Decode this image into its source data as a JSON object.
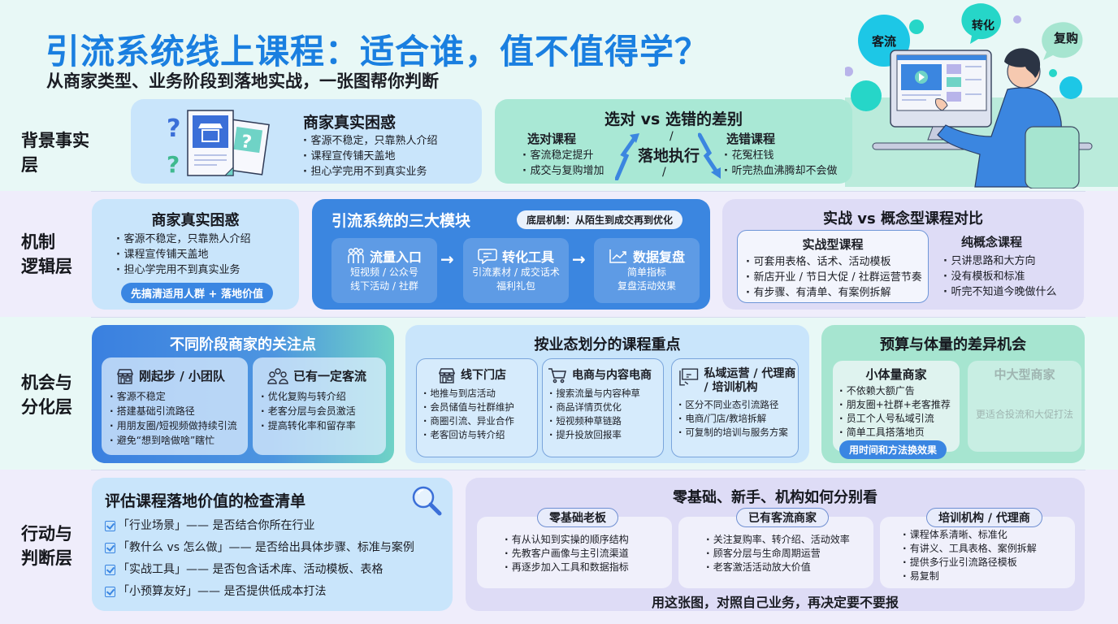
{
  "header": {
    "title": "引流系统线上课程：适合谁，值不值得学？",
    "subtitle": "从商家类型、业务阶段到落地实战，一张图帮你判断"
  },
  "hero": {
    "bubbles": [
      "客流",
      "转化",
      "复购"
    ],
    "icon": "person-at-computer-illustration"
  },
  "layers": [
    {
      "label_lines": [
        "背景事实层"
      ]
    },
    {
      "label_lines": [
        "机制",
        "逻辑层"
      ]
    },
    {
      "label_lines": [
        "机会与",
        "分化层"
      ]
    },
    {
      "label_lines": [
        "行动与",
        "判断层"
      ]
    }
  ],
  "background": {
    "confusion": {
      "title": "商家真实困惑",
      "icon": "document-question-icon",
      "items": [
        "客源不稳定，只靠熟人介绍",
        "课程宣传铺天盖地",
        "担心学完用不到真实业务"
      ]
    },
    "difference": {
      "title": "选对 vs 选错的差别",
      "right_choice": {
        "title": "选对课程",
        "items": [
          "客流稳定提升",
          "成交与复购增加"
        ]
      },
      "center": "落地执行",
      "separators": [
        "/",
        "/"
      ],
      "wrong_choice": {
        "title": "选错课程",
        "items": [
          "花冤枉钱",
          "听完热血沸腾却不会做"
        ]
      }
    }
  },
  "mechanism": {
    "confusion": {
      "title": "商家真实困惑",
      "items": [
        "客源不稳定，只靠熟人介绍",
        "课程宣传铺天盖地",
        "担心学完用不到真实业务"
      ],
      "pill": "先搞清适用人群 + 落地价值"
    },
    "modules": {
      "title": "引流系统的三大模块",
      "tag": "底层机制：从陌生到成交再到优化",
      "arrow": "→",
      "items": [
        {
          "name": "流量入口",
          "icon": "people-icon",
          "lines": [
            "短视频 / 公众号",
            "线下活动 / 社群"
          ]
        },
        {
          "name": "转化工具",
          "icon": "chat-bubble-icon",
          "lines": [
            "引流素材 / 成交话术",
            "福利礼包"
          ]
        },
        {
          "name": "数据复盘",
          "icon": "trend-chart-icon",
          "lines": [
            "简单指标",
            "复盘活动效果"
          ]
        }
      ]
    },
    "compare": {
      "title": "实战 vs 概念型课程对比",
      "practical": {
        "title": "实战型课程",
        "items": [
          "可套用表格、话术、活动模板",
          "新店开业 / 节日大促 / 社群运营节奏",
          "有步骤、有清单、有案例拆解"
        ]
      },
      "concept": {
        "title": "纯概念课程",
        "items": [
          "只讲思路和大方向",
          "没有模板和标准",
          "听完不知道今晚做什么"
        ]
      }
    }
  },
  "opportunity": {
    "stages": {
      "title": "不同阶段商家的关注点",
      "items": [
        {
          "name": "刚起步 / 小团队",
          "icon": "storefront-icon",
          "items": [
            "客源不稳定",
            "搭建基础引流路径",
            "用朋友圈/短视频做持续引流",
            "避免“想到啥做啥”瞎忙"
          ]
        },
        {
          "name": "已有一定客流",
          "icon": "group-icon",
          "items": [
            "优化复购与转介绍",
            "老客分层与会员激活",
            "提高转化率和留存率"
          ]
        }
      ]
    },
    "business": {
      "title": "按业态划分的课程重点",
      "items": [
        {
          "name": "线下门店",
          "icon": "storefront-icon",
          "items": [
            "地推与到店活动",
            "会员储值与社群维护",
            "商圈引流、异业合作",
            "老客回访与转介绍"
          ]
        },
        {
          "name": "电商与内容电商",
          "icon": "shopping-cart-icon",
          "items": [
            "搜索流量与内容种草",
            "商品详情页优化",
            "短视频种草链路",
            "提升投放回报率"
          ]
        },
        {
          "name": "私域运营 / 代理商 / 培训机构",
          "icon": "presentation-board-icon",
          "items": [
            "区分不同业态引流路径",
            "电商/门店/教培拆解",
            "可复制的培训与服务方案"
          ]
        }
      ]
    },
    "budget": {
      "title": "预算与体量的差异机会",
      "small": {
        "title": "小体量商家",
        "items": [
          "不依赖大额广告",
          "朋友圈+社群+老客推荐",
          "员工个人号私域引流",
          "简单工具搭落地页"
        ],
        "pill": "用时间和方法换效果"
      },
      "large": {
        "title": "中大型商家",
        "desc": "更适合投流和大促打法"
      }
    }
  },
  "action": {
    "checklist": {
      "title": "评估课程落地价值的检查清单",
      "icon": "magnifier-icon",
      "items": [
        "「行业场景」—— 是否结合你所在行业",
        "「教什么 vs 怎么做」—— 是否给出具体步骤、标准与案例",
        "「实战工具」—— 是否包含话术库、活动模板、表格",
        "「小预算友好」—— 是否提供低成本打法"
      ]
    },
    "audience": {
      "title": "零基础、新手、机构如何分别看",
      "groups": [
        {
          "tag": "零基础老板",
          "items": [
            "有从认知到实操的顺序结构",
            "先教客户画像与主引流渠道",
            "再逐步加入工具和数据指标"
          ]
        },
        {
          "tag": "已有客流商家",
          "items": [
            "关注复购率、转介绍、活动效率",
            "顾客分层与生命周期运营",
            "老客激活活动放大价值"
          ]
        },
        {
          "tag": "培训机构 / 代理商",
          "items": [
            "课程体系清晰、标准化",
            "有讲义、工具表格、案例拆解",
            "提供多行业引流路径模板",
            "易复制"
          ]
        }
      ],
      "footer": "用这张图，对照自己业务，再决定要不要报"
    }
  },
  "colors": {
    "title_blue": "#1a7fe0",
    "card_blue": "#c9e5fb",
    "card_mint": "#a9e8d5",
    "card_lavender": "#dedcf6",
    "strong_blue": "#3b86e0",
    "band_mint": "#e8f8f6",
    "band_lavender": "#efedfb"
  }
}
